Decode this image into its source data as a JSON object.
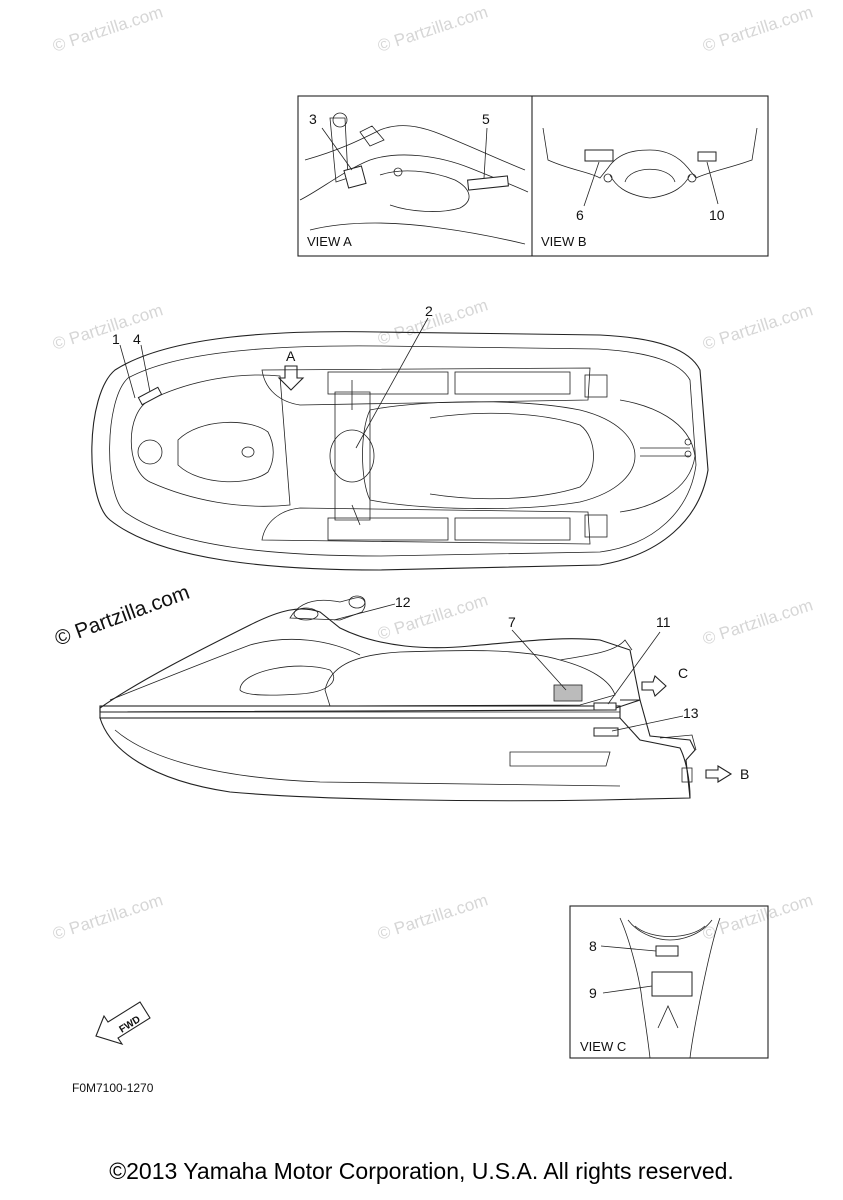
{
  "watermark": {
    "text": "© Partzilla.com",
    "tile_text": "© Partzilla.com",
    "tiles_hint": "light-gray repeated"
  },
  "views": {
    "a": {
      "label": "VIEW A",
      "callouts": [
        "3",
        "5"
      ]
    },
    "b": {
      "label": "VIEW B",
      "callouts": [
        "6",
        "10"
      ]
    },
    "c": {
      "label": "VIEW C",
      "callouts": [
        "8",
        "9"
      ]
    }
  },
  "top_view": {
    "callouts": [
      "1",
      "4",
      "2"
    ],
    "arrow_a": "A"
  },
  "side_view": {
    "callouts": [
      "12",
      "7",
      "11",
      "13"
    ],
    "arrow_c": "C",
    "arrow_b": "B"
  },
  "fwd_label": "FWD",
  "drawing_code": "F0M7100-1270",
  "copyright": "©2013 Yamaha Motor Corporation, U.S.A. All rights reserved.",
  "colors": {
    "line": "#222222",
    "watermark": "#d6d6d6",
    "background": "#ffffff"
  }
}
